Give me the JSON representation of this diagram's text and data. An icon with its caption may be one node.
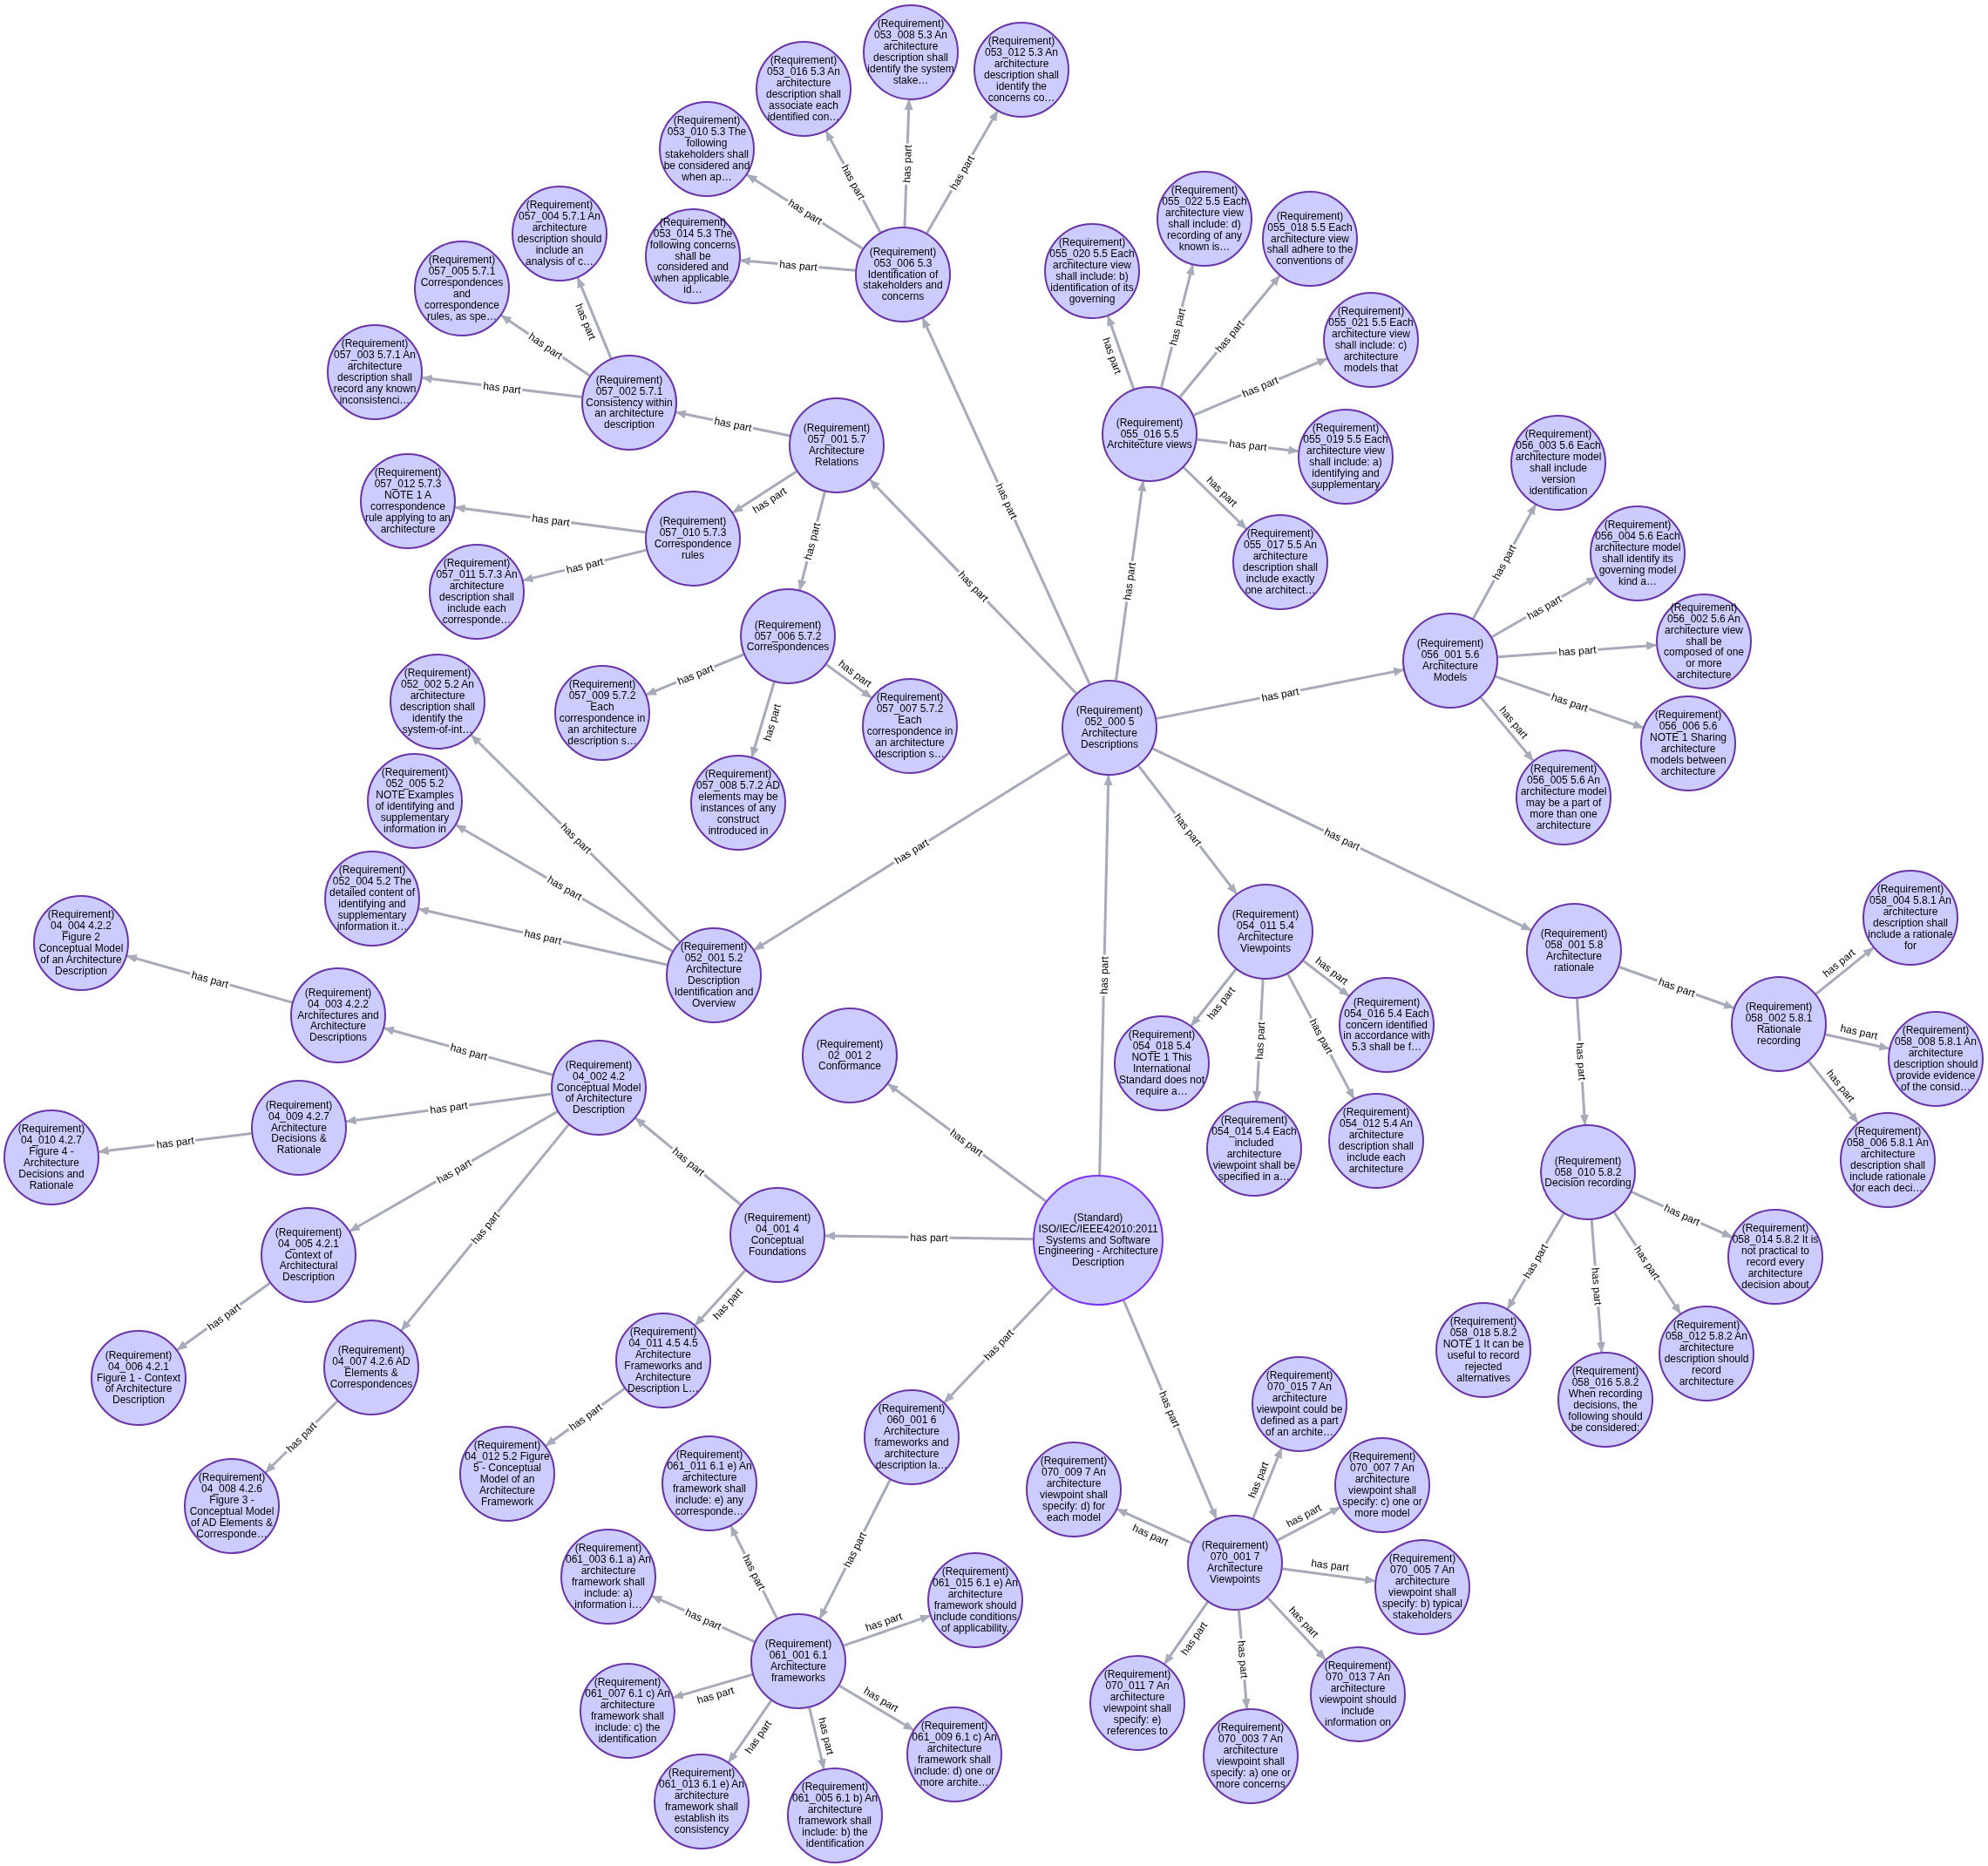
{
  "diagram": {
    "nodes": [
      {
        "text": [
          "(Standard) ISO/IEC/IEEE42010:2011 Systems and Software Engineering - Architecture Description"
        ]
      },
      {
        "text": [
          "(Requirement) 052_000 5 Architecture Descriptions"
        ]
      },
      {
        "text": [
          "(Requirement) 053_006 5.3 Identification of stakeholders and concerns"
        ]
      },
      {
        "text": [
          "(Requirement) 053_014 5.3 The following concerns shall be considered and when applicable, id…"
        ]
      },
      {
        "text": [
          "(Requirement) 053_010 5.3 The following stakeholders shall be considered and when ap…"
        ]
      },
      {
        "text": [
          "(Requirement) 053_016 5.3 An architecture description shall associate each identified con…"
        ]
      },
      {
        "text": [
          "(Requirement) 053_008 5.3 An architecture description shall identify the system stake…"
        ]
      },
      {
        "text": [
          "(Requirement) 053_012 5.3 An architecture description shall identify the concerns co…"
        ]
      },
      {
        "text": [
          "(Requirement) 057_001 5.7 Architecture Relations"
        ]
      },
      {
        "text": [
          "(Requirement) 057_002 5.7.1 Consistency within an architecture description"
        ]
      },
      {
        "text": [
          "(Requirement) 057_003 5.7.1 An architecture description shall record any known inconsistenci…"
        ]
      },
      {
        "text": [
          "(Requirement) 057_005 5.7.1 Correspondences and correspondence rules, as spe…"
        ]
      },
      {
        "text": [
          "(Requirement) 057_004 5.7.1 An architecture description should include an analysis of c…"
        ]
      },
      {
        "text": [
          "(Requirement) 057_010 5.7.3 Correspondence rules"
        ]
      },
      {
        "text": [
          "(Requirement) 057_012 5.7.3 NOTE 1 A correspondence rule applying to an architecture"
        ]
      },
      {
        "text": [
          "(Requirement) 057_011 5.7.3 An architecture description shall include each corresponde…"
        ]
      },
      {
        "text": [
          "(Requirement) 057_006 5.7.2 Correspondences"
        ]
      },
      {
        "text": [
          "(Requirement) 057_009 5.7.2 Each correspondence in an architecture description s…"
        ]
      },
      {
        "text": [
          "(Requirement) 057_008 5.7.2 AD elements may be instances of any construct introduced in"
        ]
      },
      {
        "text": [
          "(Requirement) 057_007 5.7.2 Each correspondence in an architecture description s…"
        ]
      },
      {
        "text": [
          "(Requirement) 055_016 5.5 Architecture views"
        ]
      },
      {
        "text": [
          "(Requirement) 055_020 5.5 Each architecture view shall include: b) identification of its governing"
        ]
      },
      {
        "text": [
          "(Requirement) 055_022 5.5 Each architecture view shall include: d) recording of any known is…"
        ]
      },
      {
        "text": [
          "(Requirement) 055_018 5.5 Each architecture view shall adhere to the conventions of"
        ]
      },
      {
        "text": [
          "(Requirement) 055_021 5.5 Each architecture view shall include: c) architecture models that"
        ]
      },
      {
        "text": [
          "(Requirement) 055_019 5.5 Each architecture view shall include: a) identifying and supplementary"
        ]
      },
      {
        "text": [
          "(Requirement) 055_017 5.5 An architecture description shall include exactly one architect…"
        ]
      },
      {
        "text": [
          "(Requirement) 056_001 5.6 Architecture Models"
        ]
      },
      {
        "text": [
          "(Requirement) 056_003 5.6 Each architecture model shall include version identification"
        ]
      },
      {
        "text": [
          "(Requirement) 056_004 5.6 Each architecture model shall identify its governing model kind a…"
        ]
      },
      {
        "text": [
          "(Requirement) 056_002 5.6 An architecture view shall be composed of one or more architecture"
        ]
      },
      {
        "text": [
          "(Requirement) 056_006 5.6 NOTE 1 Sharing architecture models between architecture"
        ]
      },
      {
        "text": [
          "(Requirement) 056_005 5.6 An architecture model may be a part of more than one architecture"
        ]
      },
      {
        "text": [
          "(Requirement) 054_011 5.4 Architecture Viewpoints"
        ]
      },
      {
        "text": [
          "(Requirement) 054_018 5.4 NOTE 1 This International Standard does not require a…"
        ]
      },
      {
        "text": [
          "(Requirement) 054_014 5.4 Each included architecture viewpoint shall be specified in a…"
        ]
      },
      {
        "text": [
          "(Requirement) 054_012 5.4 An architecture description shall include each architecture"
        ]
      },
      {
        "text": [
          "(Requirement) 054_016 5.4 Each concern identified in accordance with 5.3 shall be f…"
        ]
      },
      {
        "text": [
          "(Requirement) 058_001 5.8 Architecture rationale"
        ]
      },
      {
        "text": [
          "(Requirement) 058_002 5.8.1 Rationale recording"
        ]
      },
      {
        "text": [
          "(Requirement) 058_004 5.8.1 An architecture description shall include a rationale for"
        ]
      },
      {
        "text": [
          "(Requirement) 058_008 5.8.1 An architecture description should provide evidence of the consid…"
        ]
      },
      {
        "text": [
          "(Requirement) 058_006 5.8.1 An architecture description shall include rationale for each deci…"
        ]
      },
      {
        "text": [
          "(Requirement) 058_010 5.8.2 Decision recording"
        ]
      },
      {
        "text": [
          "(Requirement) 058_014 5.8.2 It is not practical to record every architecture decision about"
        ]
      },
      {
        "text": [
          "(Requirement) 058_012 5.8.2 An architecture description should record architecture"
        ]
      },
      {
        "text": [
          "(Requirement) 058_016 5.8.2 When recording decisions, the following should be considered:"
        ]
      },
      {
        "text": [
          "(Requirement) 058_018 5.8.2 NOTE 1 It can be useful to record rejected alternatives"
        ]
      },
      {
        "text": [
          "(Requirement) 052_001 5.2 Architecture Description Identification and Overview"
        ]
      },
      {
        "text": [
          "(Requirement) 052_002 5.2 An architecture description shall identify the system-of-int…"
        ]
      },
      {
        "text": [
          "(Requirement) 052_005 5.2 NOTE Examples of identifying and supplementary information in"
        ]
      },
      {
        "text": [
          "(Requirement) 052_004 5.2 The detailed content of identifying and supplementary information it…"
        ]
      },
      {
        "text": [
          "(Requirement) 02_001 2 Conformance"
        ]
      },
      {
        "text": [
          "(Requirement) 04_001 4 Conceptual Foundations"
        ]
      },
      {
        "text": [
          "(Requirement) 04_002 4.2 Conceptual Model of Architecture Description"
        ]
      },
      {
        "text": [
          "(Requirement) 04_003 4.2.2 Architectures and Architecture Descriptions"
        ]
      },
      {
        "text": [
          "(Requirement) 04_004 4.2.2 Figure 2 Conceptual Model of an Architecture Description"
        ]
      },
      {
        "text": [
          "(Requirement) 04_009 4.2.7 Architecture Decisions & Rationale"
        ]
      },
      {
        "text": [
          "(Requirement) 04_010 4.2.7 Figure 4 - Architecture Decisions and Rationale"
        ]
      },
      {
        "text": [
          "(Requirement) 04_005 4.2.1 Context of Architectural Description"
        ]
      },
      {
        "text": [
          "(Requirement) 04_006 4.2.1 Figure 1 - Context of Architecture Description"
        ]
      },
      {
        "text": [
          "(Requirement) 04_007 4.2.6 AD Elements & Correspondences"
        ]
      },
      {
        "text": [
          "(Requirement) 04_008 4.2.6 Figure 3 - Conceptual Model of AD Elements & Corresponde…"
        ]
      },
      {
        "text": [
          "(Requirement) 04_011 4.5 4.5 Architecture Frameworks and Architecture Description L…"
        ]
      },
      {
        "text": [
          "(Requirement) 04_012 5.2 Figure 5 - Conceptual Model of an Architecture Framework"
        ]
      },
      {
        "text": [
          "(Requirement) 060_001 6 Architecture frameworks and architecture description la…"
        ]
      },
      {
        "text": [
          "(Requirement) 061_001 6.1 Architecture frameworks"
        ]
      },
      {
        "text": [
          "(Requirement) 061_011 6.1 e) An architecture framework shall include: e) any corresponde…"
        ]
      },
      {
        "text": [
          "(Requirement) 061_003 6.1 a) An architecture framework shall include: a) information i…"
        ]
      },
      {
        "text": [
          "(Requirement) 061_007 6.1 c) An architecture framework shall include: c) the identification"
        ]
      },
      {
        "text": [
          "(Requirement) 061_013 6.1 e) An architecture framework shall establish its consistency"
        ]
      },
      {
        "text": [
          "(Requirement) 061_005 6.1 b) An architecture framework shall include: b) the identification"
        ]
      },
      {
        "text": [
          "(Requirement) 061_009 6.1 c) An architecture framework shall include: d) one or more archite…"
        ]
      },
      {
        "text": [
          "(Requirement) 061_015 6.1 e) An architecture framework should include conditions of applicability."
        ]
      },
      {
        "text": [
          "(Requirement) 070_001 7 Architecture Viewpoints"
        ]
      },
      {
        "text": [
          "(Requirement) 070_009 7 An architecture viewpoint shall specify: d) for each model"
        ]
      },
      {
        "text": [
          "(Requirement) 070_015 7 An architecture viewpoint could be defined as a part of an archite…"
        ]
      },
      {
        "text": [
          "(Requirement) 070_007 7 An architecture viewpoint shall specify: c) one or more model"
        ]
      },
      {
        "text": [
          "(Requirement) 070_005 7 An architecture viewpoint shall specify: b) typical stakeholders"
        ]
      },
      {
        "text": [
          "(Requirement) 070_013 7 An architecture viewpoint should include information on"
        ]
      },
      {
        "text": [
          "(Requirement) 070_011 7 An architecture viewpoint shall specify: e) references to"
        ]
      },
      {
        "text": [
          "(Requirement) 070_003 7 An architecture viewpoint shall specify: a) one or more concerns"
        ]
      }
    ],
    "edges": [
      {
        "from": 0,
        "to": 1,
        "arrow": "to",
        "label": "has part"
      },
      {
        "from": 0,
        "to": 52,
        "arrow": "to",
        "label": "has part"
      },
      {
        "from": 0,
        "to": 53,
        "arrow": "to",
        "label": "has part"
      },
      {
        "from": 0,
        "to": 65,
        "arrow": "to",
        "label": "has part"
      },
      {
        "from": 0,
        "to": 74,
        "arrow": "to",
        "label": "has part"
      },
      {
        "from": 1,
        "to": 2,
        "arrow": "to",
        "label": "has part"
      },
      {
        "from": 1,
        "to": 8,
        "arrow": "to",
        "label": "has part"
      },
      {
        "from": 1,
        "to": 20,
        "arrow": "to",
        "label": "has part"
      },
      {
        "from": 1,
        "to": 27,
        "arrow": "to",
        "label": "has part"
      },
      {
        "from": 1,
        "to": 33,
        "arrow": "to",
        "label": "has part"
      },
      {
        "from": 1,
        "to": 38,
        "arrow": "to",
        "label": "has part"
      },
      {
        "from": 1,
        "to": 48,
        "arrow": "to",
        "label": "has part"
      },
      {
        "from": 2,
        "to": 3,
        "arrow": "to",
        "label": "has part"
      },
      {
        "from": 2,
        "to": 4,
        "arrow": "to",
        "label": "has part"
      },
      {
        "from": 2,
        "to": 5,
        "arrow": "to",
        "label": "has part"
      },
      {
        "from": 2,
        "to": 6,
        "arrow": "to",
        "label": "has part"
      },
      {
        "from": 2,
        "to": 7,
        "arrow": "to",
        "label": "has part"
      },
      {
        "from": 8,
        "to": 9,
        "arrow": "to",
        "label": "has part"
      },
      {
        "from": 8,
        "to": 13,
        "arrow": "to",
        "label": "has part"
      },
      {
        "from": 8,
        "to": 16,
        "arrow": "to",
        "label": "has part"
      },
      {
        "from": 9,
        "to": 10,
        "arrow": "to",
        "label": "has part"
      },
      {
        "from": 9,
        "to": 11,
        "arrow": "to",
        "label": "has part"
      },
      {
        "from": 9,
        "to": 12,
        "arrow": "to",
        "label": "has part"
      },
      {
        "from": 13,
        "to": 14,
        "arrow": "to",
        "label": "has part"
      },
      {
        "from": 13,
        "to": 15,
        "arrow": "to",
        "label": "has part"
      },
      {
        "from": 16,
        "to": 17,
        "arrow": "to",
        "label": "has part"
      },
      {
        "from": 16,
        "to": 18,
        "arrow": "to",
        "label": "has part"
      },
      {
        "from": 16,
        "to": 19,
        "arrow": "to",
        "label": "has part"
      },
      {
        "from": 20,
        "to": 21,
        "arrow": "to",
        "label": "has part"
      },
      {
        "from": 20,
        "to": 22,
        "arrow": "to",
        "label": "has part"
      },
      {
        "from": 20,
        "to": 23,
        "arrow": "to",
        "label": "has part"
      },
      {
        "from": 20,
        "to": 24,
        "arrow": "to",
        "label": "has part"
      },
      {
        "from": 20,
        "to": 25,
        "arrow": "to",
        "label": "has part"
      },
      {
        "from": 20,
        "to": 26,
        "arrow": "to",
        "label": "has part"
      },
      {
        "from": 27,
        "to": 28,
        "arrow": "to",
        "label": "has part"
      },
      {
        "from": 27,
        "to": 29,
        "arrow": "to",
        "label": "has part"
      },
      {
        "from": 27,
        "to": 30,
        "arrow": "to",
        "label": "has part"
      },
      {
        "from": 27,
        "to": 31,
        "arrow": "to",
        "label": "has part"
      },
      {
        "from": 27,
        "to": 32,
        "arrow": "to",
        "label": "has part"
      },
      {
        "from": 33,
        "to": 34,
        "arrow": "to",
        "label": "has part"
      },
      {
        "from": 33,
        "to": 35,
        "arrow": "to",
        "label": "has part"
      },
      {
        "from": 33,
        "to": 36,
        "arrow": "to",
        "label": "has part"
      },
      {
        "from": 33,
        "to": 37,
        "arrow": "to",
        "label": "has part"
      },
      {
        "from": 38,
        "to": 39,
        "arrow": "to",
        "label": "has part"
      },
      {
        "from": 38,
        "to": 43,
        "arrow": "to",
        "label": "has part"
      },
      {
        "from": 39,
        "to": 40,
        "arrow": "to",
        "label": "has part"
      },
      {
        "from": 39,
        "to": 41,
        "arrow": "to",
        "label": "has part"
      },
      {
        "from": 39,
        "to": 42,
        "arrow": "to",
        "label": "has part"
      },
      {
        "from": 43,
        "to": 44,
        "arrow": "to",
        "label": "has part"
      },
      {
        "from": 43,
        "to": 45,
        "arrow": "to",
        "label": "has part"
      },
      {
        "from": 43,
        "to": 46,
        "arrow": "to",
        "label": "has part"
      },
      {
        "from": 43,
        "to": 47,
        "arrow": "to",
        "label": "has part"
      },
      {
        "from": 48,
        "to": 49,
        "arrow": "to",
        "label": "has part"
      },
      {
        "from": 48,
        "to": 50,
        "arrow": "to",
        "label": "has part"
      },
      {
        "from": 48,
        "to": 51,
        "arrow": "to",
        "label": "has part"
      },
      {
        "from": 53,
        "to": 54,
        "arrow": "to",
        "label": "has part"
      },
      {
        "from": 53,
        "to": 63,
        "arrow": "to",
        "label": "has part"
      },
      {
        "from": 54,
        "to": 55,
        "arrow": "to",
        "label": "has part"
      },
      {
        "from": 54,
        "to": 57,
        "arrow": "to",
        "label": "has part"
      },
      {
        "from": 54,
        "to": 59,
        "arrow": "to",
        "label": "has part"
      },
      {
        "from": 54,
        "to": 61,
        "arrow": "to",
        "label": "has part"
      },
      {
        "from": 55,
        "to": 56,
        "arrow": "to",
        "label": "has part"
      },
      {
        "from": 57,
        "to": 58,
        "arrow": "to",
        "label": "has part"
      },
      {
        "from": 59,
        "to": 60,
        "arrow": "to",
        "label": "has part"
      },
      {
        "from": 61,
        "to": 62,
        "arrow": "to",
        "label": "has part"
      },
      {
        "from": 63,
        "to": 64,
        "arrow": "to",
        "label": "has part"
      },
      {
        "from": 65,
        "to": 66,
        "arrow": "to",
        "label": "has part"
      },
      {
        "from": 66,
        "to": 67,
        "arrow": "to",
        "label": "has part"
      },
      {
        "from": 66,
        "to": 68,
        "arrow": "to",
        "label": "has part"
      },
      {
        "from": 66,
        "to": 69,
        "arrow": "to",
        "label": "has part"
      },
      {
        "from": 66,
        "to": 70,
        "arrow": "to",
        "label": "has part"
      },
      {
        "from": 66,
        "to": 71,
        "arrow": "to",
        "label": "has part"
      },
      {
        "from": 66,
        "to": 72,
        "arrow": "to",
        "label": "has part"
      },
      {
        "from": 66,
        "to": 73,
        "arrow": "to",
        "label": "has part"
      },
      {
        "from": 74,
        "to": 75,
        "arrow": "to",
        "label": "has part"
      },
      {
        "from": 74,
        "to": 76,
        "arrow": "to",
        "label": "has part"
      },
      {
        "from": 74,
        "to": 77,
        "arrow": "to",
        "label": "has part"
      },
      {
        "from": 74,
        "to": 78,
        "arrow": "to",
        "label": "has part"
      },
      {
        "from": 74,
        "to": 79,
        "arrow": "to",
        "label": "has part"
      },
      {
        "from": 74,
        "to": 80,
        "arrow": "to",
        "label": "has part"
      },
      {
        "from": 74,
        "to": 81,
        "arrow": "to",
        "label": "has part"
      }
    ]
  }
}
